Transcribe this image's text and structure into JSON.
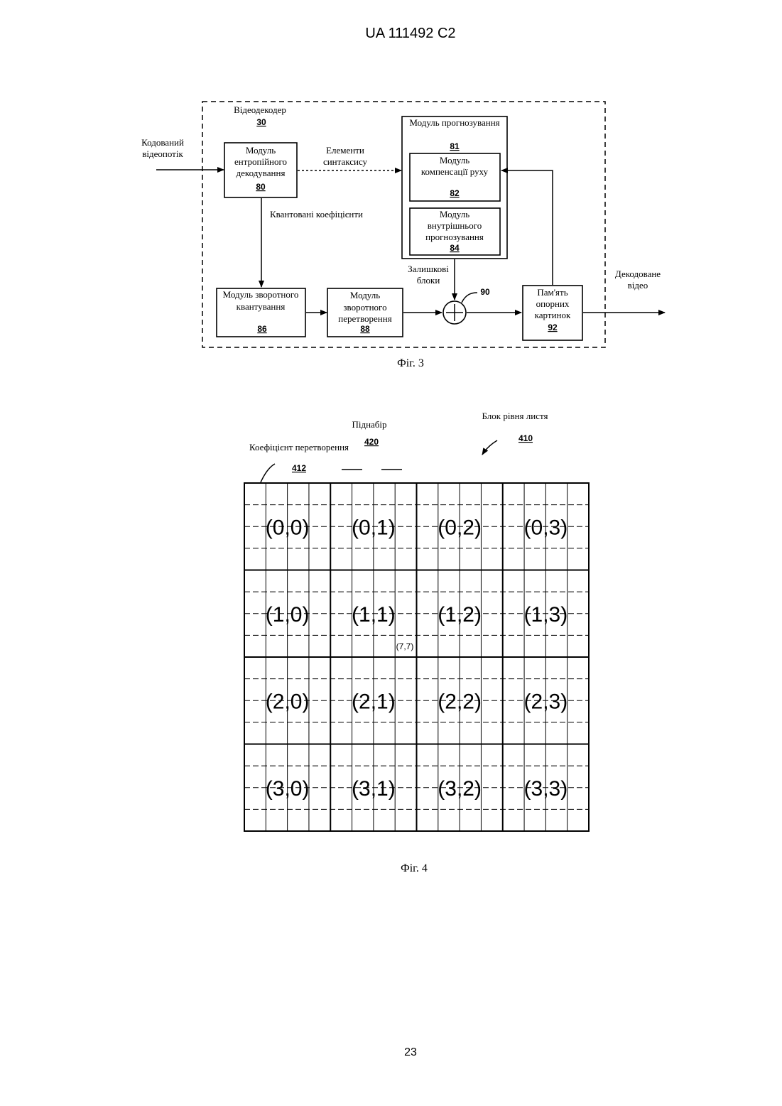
{
  "header": {
    "patent_number": "UA   111492   C2"
  },
  "fig3": {
    "decoder_label": "Відеодекодер",
    "decoder_num": "30",
    "input_label_1": "Кодований",
    "input_label_2": "відеопотік",
    "entropy": {
      "lines": [
        "Модуль",
        "ентропійного",
        "декодування"
      ],
      "num": "80"
    },
    "syntax_label_1": "Елементи",
    "syntax_label_2": "синтаксису",
    "prediction": {
      "title": "Модуль прогнозування",
      "num": "81"
    },
    "motion": {
      "lines": [
        "Модуль",
        "компенсації руху"
      ],
      "num": "82"
    },
    "intra": {
      "lines": [
        "Модуль",
        "внутрішнього",
        "прогнозування"
      ],
      "num": "84"
    },
    "quant_coef_label": "Квантовані коефіцієнти",
    "residual_label_1": "Залишкові",
    "residual_label_2": "блоки",
    "sum_num": "90",
    "inv_quant": {
      "lines": [
        "Модуль зворотного",
        "квантування"
      ],
      "num": "86"
    },
    "inv_transform": {
      "lines": [
        "Модуль",
        "зворотного",
        "перетворення"
      ],
      "num": "88"
    },
    "ref_memory": {
      "lines": [
        "Пам'ять",
        "опорних",
        "картинок"
      ],
      "num": "92"
    },
    "output_label_1": "Декодоване",
    "output_label_2": "відео",
    "caption": "Фіг. 3"
  },
  "fig4": {
    "leaf_label": "Блок рівня листя",
    "leaf_num": "410",
    "subset_label": "Піднабір",
    "subset_num": "420",
    "coef_label": "Коефіцієнт перетворення",
    "coef_num": "412",
    "small_label": "(7,7)",
    "cells": [
      [
        "(0,0)",
        "(0,1)",
        "(0,2)",
        "(0,3)"
      ],
      [
        "(1,0)",
        "(1,1)",
        "(1,2)",
        "(1,3)"
      ],
      [
        "(2,0)",
        "(2,1)",
        "(2,2)",
        "(2,3)"
      ],
      [
        "(3,0)",
        "(3,1)",
        "(3,2)",
        "(3,3)"
      ]
    ],
    "caption": "Фіг. 4"
  },
  "footer": {
    "page_number": "23"
  }
}
